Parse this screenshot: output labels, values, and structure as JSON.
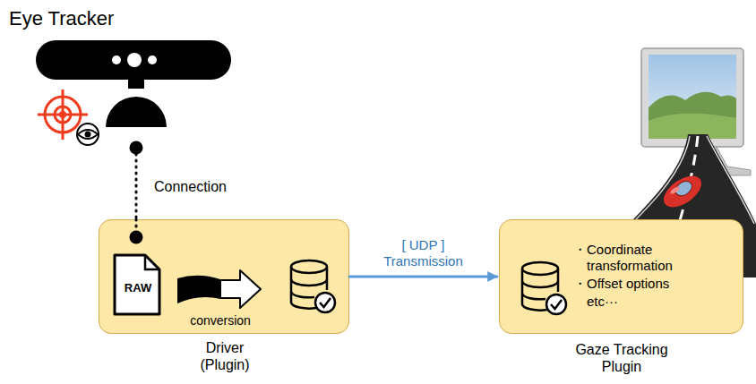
{
  "diagram": {
    "nodes": [
      {
        "text": [
          "Eye Tracker"
        ]
      },
      {
        "text": [
          "RAW",
          "conversion",
          "Driver (Plugin)"
        ]
      },
      {
        "text": [
          "Gaze Tracking Plugin",
          "・Coordinate transformation",
          "・Offset options",
          "etc···"
        ]
      }
    ],
    "edges": [
      {
        "from": 0,
        "to": 1,
        "arrow": "none",
        "label": "Connection"
      },
      {
        "from": 1,
        "to": 2,
        "arrow": "to",
        "label": "[ UDP ] Transmission"
      }
    ]
  }
}
